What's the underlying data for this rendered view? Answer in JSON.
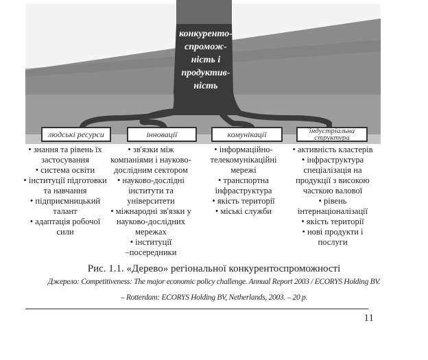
{
  "trunk_label": [
    "конкуренто-",
    "спромож-",
    "ність і",
    "продуктив-",
    "ність"
  ],
  "roots": [
    {
      "label": "людські ресурси",
      "items": [
        "• знання та рівень їх",
        "застосування",
        "• система освіти",
        "• інституції підготовки",
        "та навчання",
        "• підприємницький",
        "талант",
        "• адаптація робочої",
        "сили"
      ]
    },
    {
      "label": "інновації",
      "items": [
        "• зв'язки між",
        "компаніями і науково-",
        "дослідним сектором",
        "• науково-дослідні",
        "інститути та",
        "університети",
        "• міжнародні зв'язки у",
        "науково-дослідних",
        "мережах",
        "• інституції",
        "–посередники"
      ]
    },
    {
      "label": "комунікації",
      "items": [
        "• інформаційно-",
        "телекомунікаційні",
        "мережі",
        "• транспортна",
        "інфраструктура",
        "• якість території",
        "• міські служби"
      ]
    },
    {
      "label": "індустріальна структура",
      "items": [
        "• активність кластерів",
        "• інфраструктура",
        "спеціалізація на",
        "продукції з високою",
        "часткою валової",
        "• рівень",
        "інтернаціоналізації",
        "• якість території",
        "• нові продукти і",
        "послуги"
      ]
    }
  ],
  "caption": "Рис. 1.1. «Дерево» регіональної конкурентоспроможності",
  "source_line1": "Джерело: Competitiveness: The major economic policy challenge. Annual Report 2003 / ECORYS Holding BV.",
  "source_line2": "– Rotterdam: ECORYS Holding BV, Netherlands, 2003. – 20 p.",
  "page_number": "11"
}
